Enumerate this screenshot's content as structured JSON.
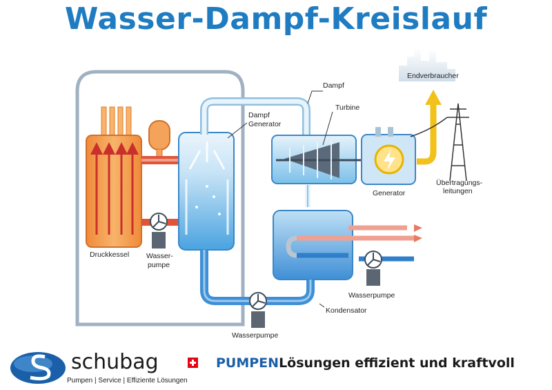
{
  "title": "Wasser-Dampf-Kreislauf",
  "labels": {
    "dampf": "Dampf",
    "dampf_generator_1": "Dampf",
    "dampf_generator_2": "Generator",
    "turbine": "Turbine",
    "endverbraucher": "Endverbraucher",
    "generator": "Generator",
    "uebertragung_1": "Übertragungs-",
    "uebertragung_2": "leitungen",
    "druckkessel": "Druckkessel",
    "wasserpumpe_1a": "Wasser-",
    "wasserpumpe_1b": "pumpe",
    "wasserpumpe_right": "Wasserpumpe",
    "kondensator": "Kondensator",
    "wasserpumpe_bottom": "Wasserpumpe"
  },
  "footer": {
    "logo_word": "schubag",
    "logo_tagline": "Pumpen | Service | Effiziente Lösungen",
    "slogan_highlight": "PUMPEN",
    "slogan_rest": "Lösungen effizient und kraftvoll"
  },
  "colors": {
    "title": "#1f7cc1",
    "water_blue": "#3f8fd6",
    "steam_light": "#d6ebf8",
    "hot_red": "#e0553a",
    "reactor_orange": "#f5a35a",
    "brand_blue": "#1a5fa8",
    "swiss_red": "#e30613"
  },
  "icons": [
    "swiss-cross-icon",
    "schubag-logo-swoosh-icon",
    "lightning-icon",
    "fan-pump-icon",
    "city-skyline-icon",
    "power-pylon-icon"
  ]
}
